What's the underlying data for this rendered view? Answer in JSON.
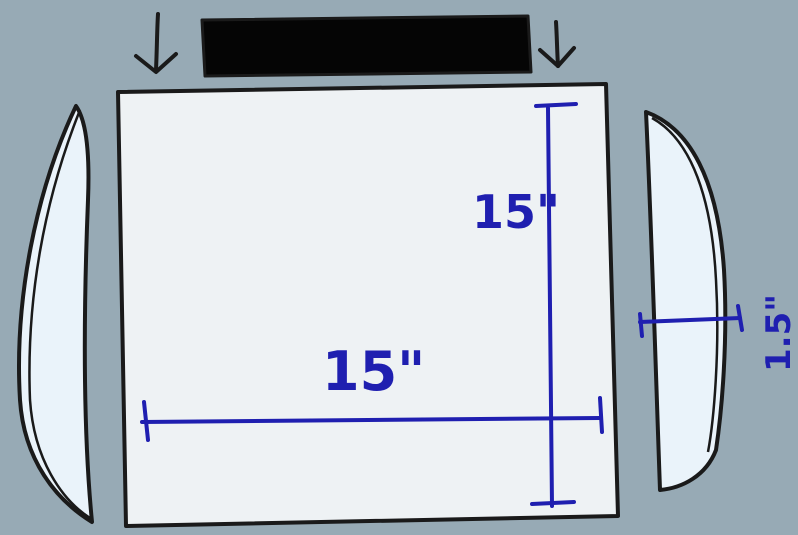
{
  "colors": {
    "background": "#97aab5",
    "panel_fill": "#eef2f4",
    "side_fill": "#eaf3fa",
    "outline": "#1a1a1a",
    "measure_ink": "#1f1fb0",
    "bar_fill": "#050505"
  },
  "measurements": {
    "vertical": "15\"",
    "horizontal": "15\"",
    "side_thickness": "1.5\""
  },
  "icons": {
    "left_arrow": "down-arrow-icon",
    "right_arrow": "down-arrow-icon"
  }
}
